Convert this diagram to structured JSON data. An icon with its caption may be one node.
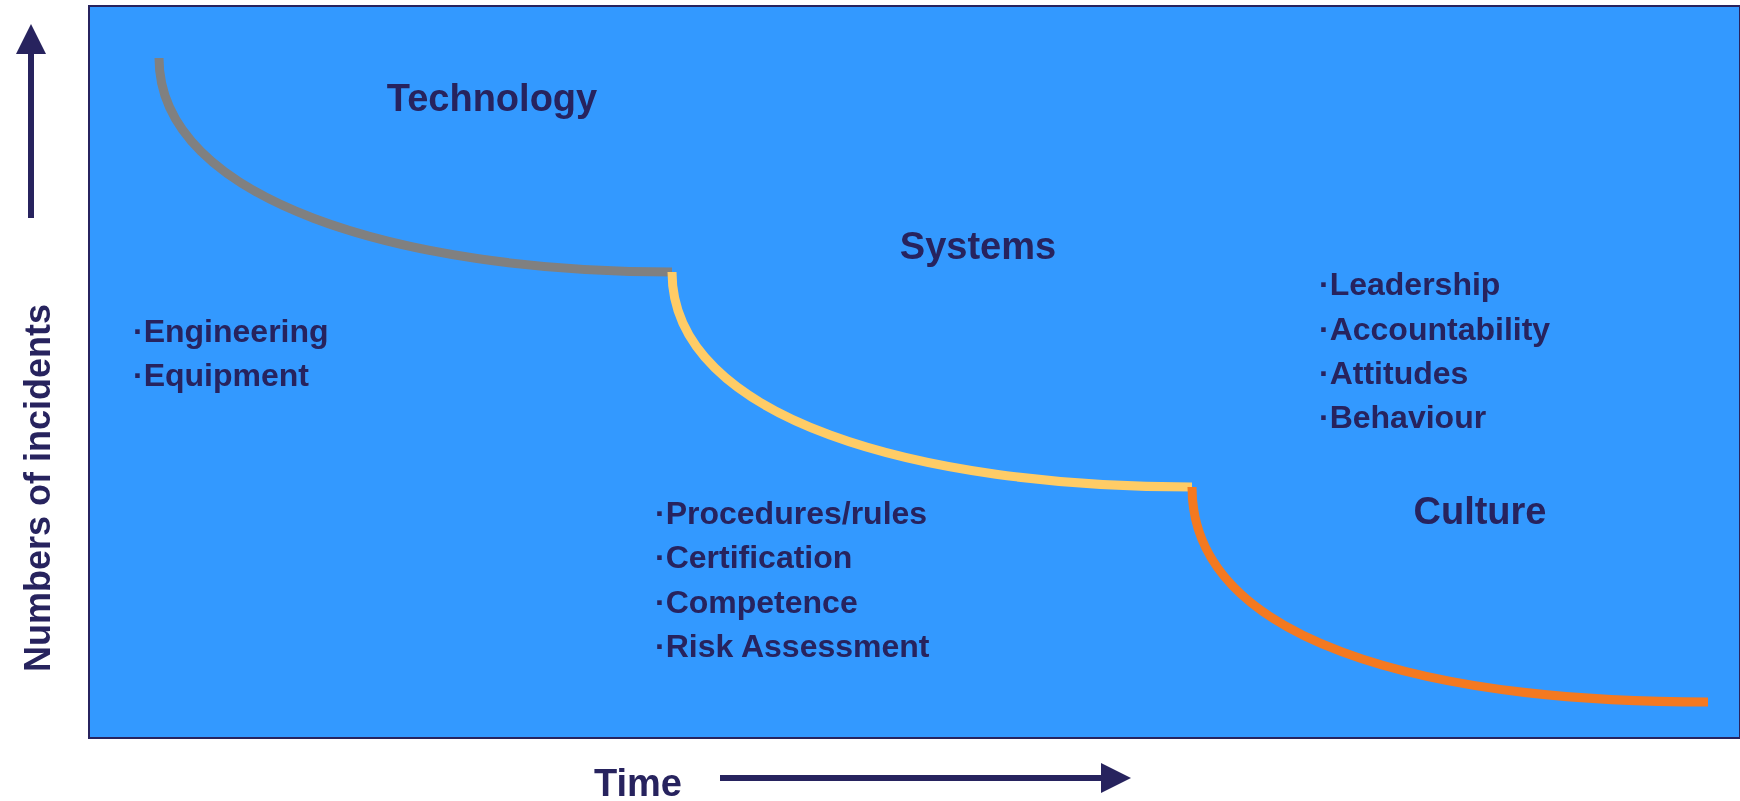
{
  "diagram": {
    "labels": [
      "Technology",
      "·Engineering",
      "·Equipment",
      "Systems",
      "·Procedures/rules",
      "·Certification",
      "·Competence",
      "·Risk Assessment",
      "·Leadership",
      "·Accountability",
      "·Attitudes",
      "·Behaviour",
      "Culture",
      "Numbers of incidents",
      "Time"
    ]
  }
}
